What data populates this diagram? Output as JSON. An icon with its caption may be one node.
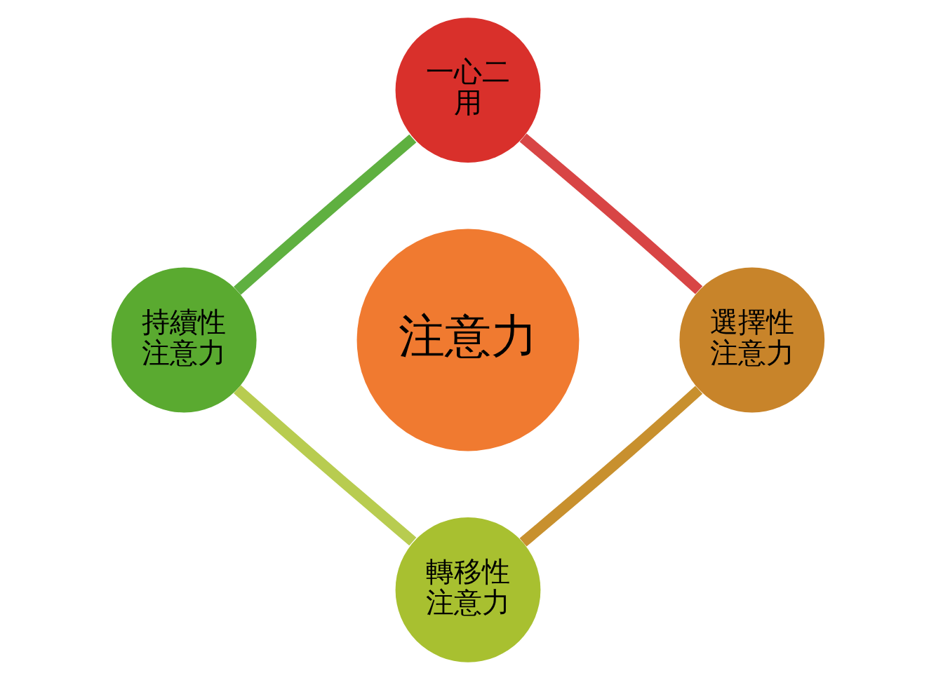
{
  "diagram": {
    "nodes": [
      {
        "text": [
          "注意力"
        ]
      },
      {
        "text": [
          "一心二用"
        ]
      },
      {
        "text": [
          "選擇性注意力"
        ]
      },
      {
        "text": [
          "轉移性注意力"
        ]
      },
      {
        "text": [
          "持續性注意力"
        ]
      }
    ],
    "edges": [
      {
        "from": 1,
        "to": 2,
        "arrow": "none",
        "color": "#d84545"
      },
      {
        "from": 2,
        "to": 3,
        "arrow": "none",
        "color": "#c8902e"
      },
      {
        "from": 3,
        "to": 4,
        "arrow": "none",
        "color": "#b8cc50"
      },
      {
        "from": 4,
        "to": 1,
        "arrow": "none",
        "color": "#5fb040"
      }
    ]
  }
}
